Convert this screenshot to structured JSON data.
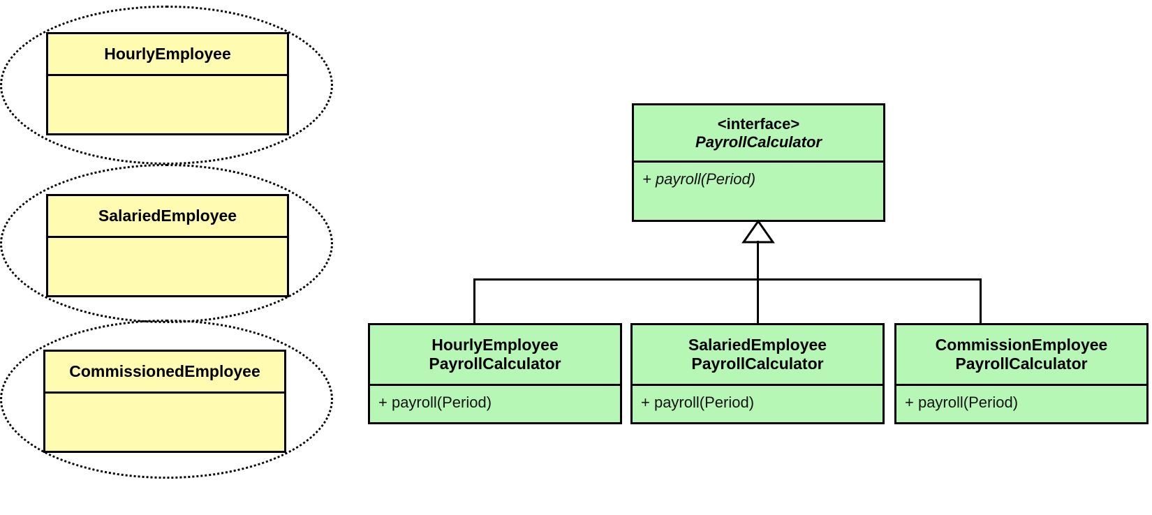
{
  "diagram": {
    "type": "uml-class-diagram",
    "colors": {
      "entity_fill": "#FFFBB0",
      "interface_fill": "#B6F7B6",
      "implementation_fill": "#B6F7B6",
      "stroke": "#000000",
      "background": "#FFFFFF"
    }
  },
  "entities": [
    {
      "name": "HourlyEmployee",
      "body": ""
    },
    {
      "name": "SalariedEmployee",
      "body": ""
    },
    {
      "name": "CommissionedEmployee",
      "body": ""
    }
  ],
  "interface": {
    "stereotype": "<interface>",
    "name": "PayrollCalculator",
    "operation": "+ payroll(Period)"
  },
  "implementations": [
    {
      "name_line1": "HourlyEmployee",
      "name_line2": "PayrollCalculator",
      "operation": "+ payroll(Period)"
    },
    {
      "name_line1": "SalariedEmployee",
      "name_line2": "PayrollCalculator",
      "operation": "+ payroll(Period)"
    },
    {
      "name_line1": "CommissionEmployee",
      "name_line2": "PayrollCalculator",
      "operation": "+ payroll(Period)"
    }
  ],
  "relationship": {
    "kind": "generalization",
    "arrowhead": "hollow-triangle",
    "from": "implementations",
    "to": "interface"
  }
}
